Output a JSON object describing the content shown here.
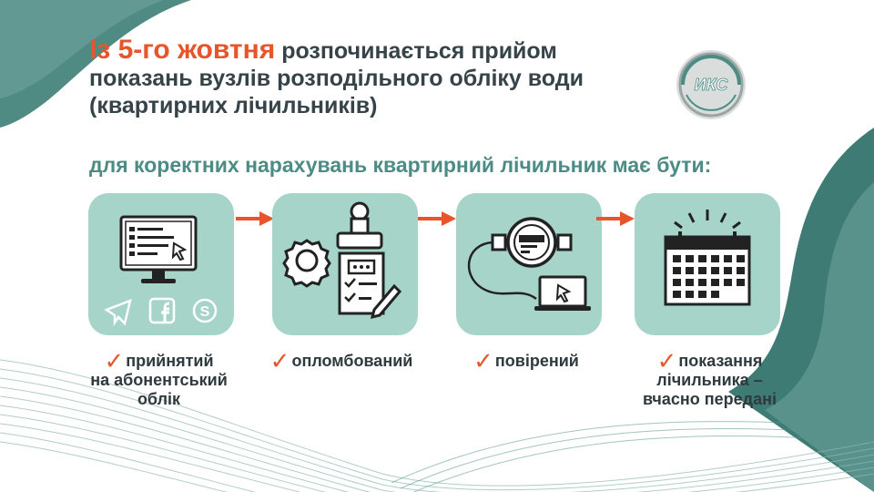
{
  "title": {
    "accent": "Із 5-го жовтня",
    "line1_rest": "розпочинається прийом",
    "line2": "показань вузлів розподільного обліку води",
    "line3": "(квартирних лічильників)"
  },
  "logo": {
    "text": "ИКС"
  },
  "subtitle": "для коректних нарахувань квартирний лічильник має бути:",
  "steps": [
    {
      "icon": "monitor-icon",
      "lines": [
        "прийнятий",
        "на абонентський",
        "облік"
      ]
    },
    {
      "icon": "stamp-document-icon",
      "lines": [
        "опломбований"
      ]
    },
    {
      "icon": "water-meter-icon",
      "lines": [
        "повірений"
      ]
    },
    {
      "icon": "calendar-icon",
      "lines": [
        "показання",
        "лічильника –",
        "вчасно  передані"
      ]
    }
  ],
  "colors": {
    "accent": "#e8552b",
    "teal": "#4d8c85",
    "card": "#a6d4c9",
    "dark": "#36444a"
  }
}
